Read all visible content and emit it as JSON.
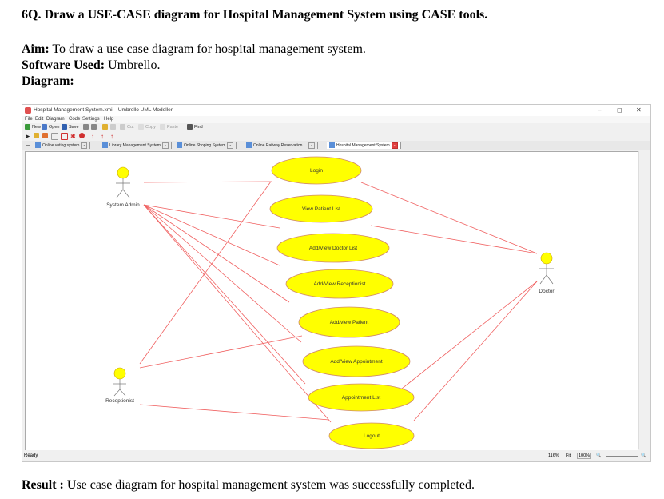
{
  "document": {
    "question": "6Q. Draw a USE-CASE diagram for Hospital Management System using CASE tools.",
    "aim_label": "Aim:",
    "aim_text": " To draw a use case diagram for hospital management system.",
    "software_label": "Software Used:",
    "software_text": " Umbrello.",
    "diagram_label": "Diagram:",
    "result_label": "Result :",
    "result_text": " Use case diagram for hospital management system was successfully completed."
  },
  "app": {
    "window_title": "Hospital Management System.xmi – Umbrello UML Modeller",
    "window_controls": [
      "–",
      "◻",
      "✕"
    ],
    "menu": [
      "File",
      "Edit",
      "Diagram",
      "Code",
      "Settings",
      "Help"
    ],
    "toolbar": [
      "New",
      "Open",
      "Save",
      "Cut",
      "Copy",
      "Paste",
      "Find"
    ],
    "tabs": [
      "Online voting system",
      "Library Management System",
      "Online Shoping System",
      "Online Railway Reservation ...",
      "Hospital Management System"
    ],
    "status": "Ready.",
    "zoom_percent": "116%",
    "zoom_fit": "Fit",
    "zoom_100": "100%"
  },
  "diagram": {
    "actors": [
      "System Admin",
      "Doctor",
      "Receptionist"
    ],
    "use_cases": [
      "Login",
      "View Patient List",
      "Add/View Doctor List",
      "Add/View Receptionist",
      "Add/view Patient",
      "Add/View Appointment",
      "Appointment List",
      "Logout"
    ],
    "colors": {
      "usecase_fill": "#ffff00",
      "usecase_stroke": "#d08a6a",
      "link": "#f06060",
      "actor": "#ffff00"
    }
  }
}
